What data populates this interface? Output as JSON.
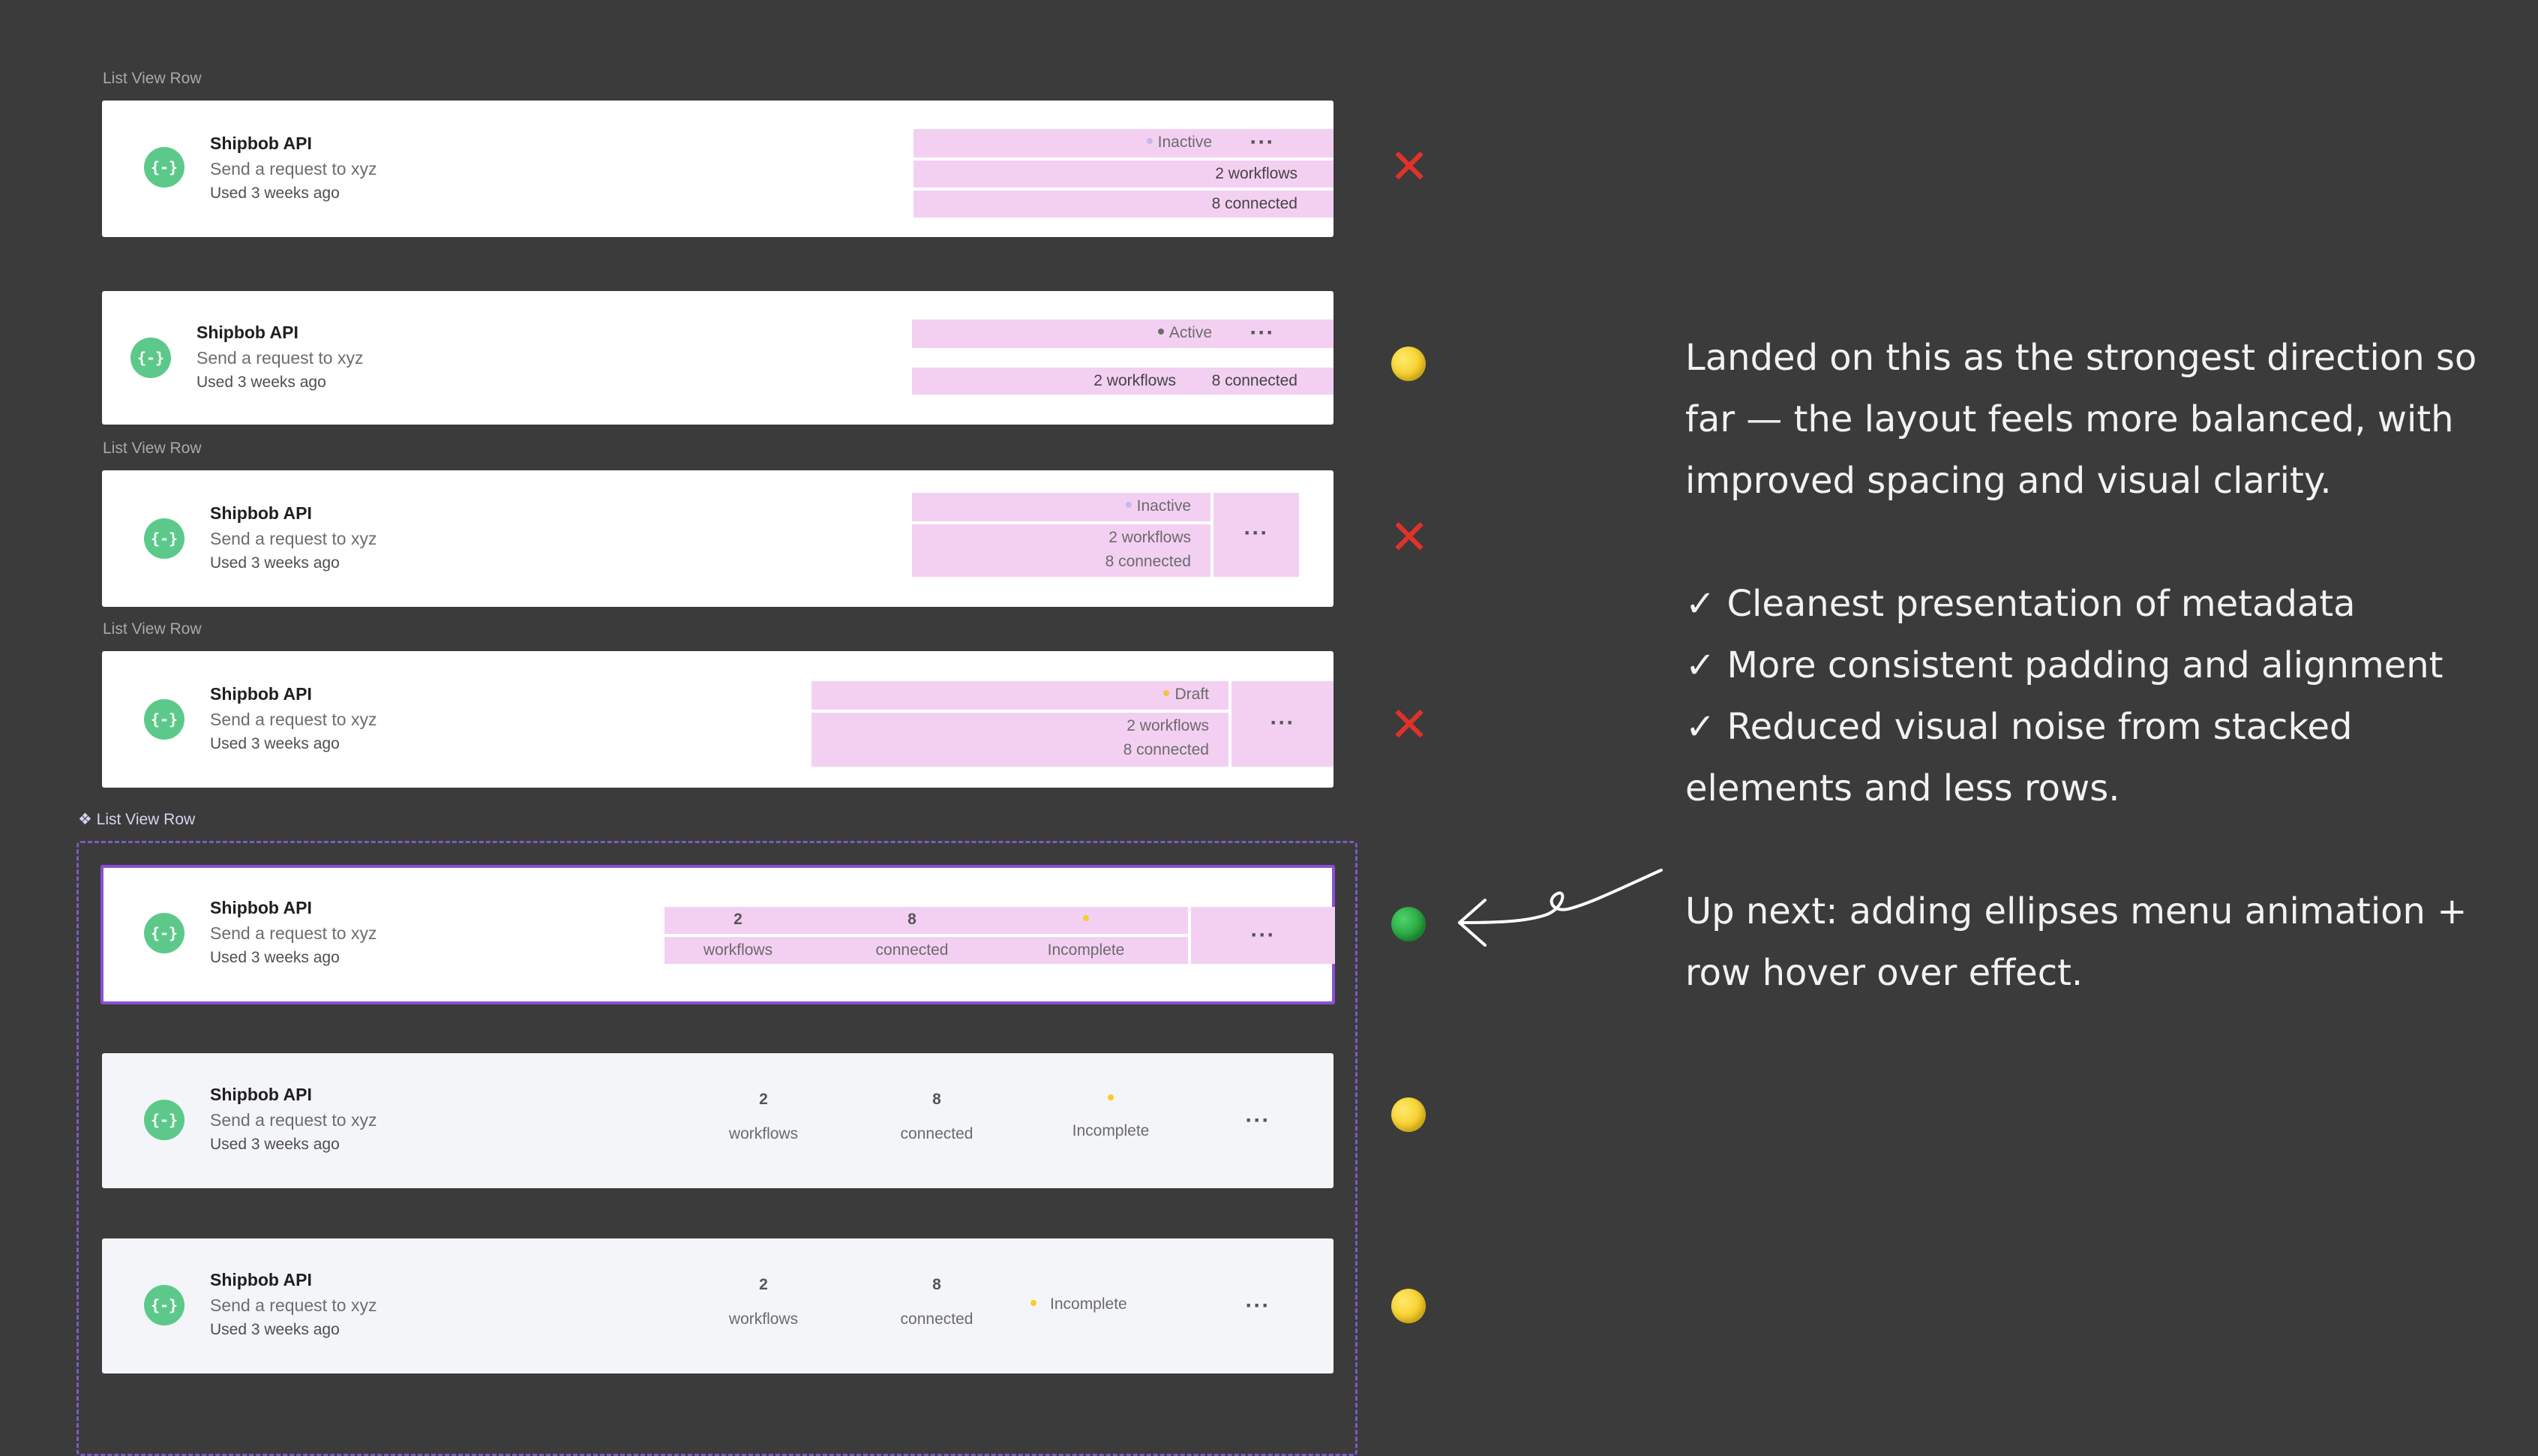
{
  "frame_label": "List View Row",
  "api": {
    "icon": "{-}",
    "title": "Shipbob API",
    "description": "Send a request to xyz",
    "used": "Used 3 weeks ago"
  },
  "meta": {
    "inactive": "Inactive",
    "active": "Active",
    "draft": "Draft",
    "incomplete": "Incomplete",
    "workflows_full": "2 workflows",
    "connected_full": "8 connected",
    "workflows_num": "2",
    "workflows_lbl": "workflows",
    "connected_num": "8",
    "connected_lbl": "connected"
  },
  "more_icon": "···",
  "markers": {
    "x": "✕"
  },
  "colors": {
    "background": "#3b3b3b",
    "highlight": "#f3d0f2",
    "selection": "#8a4fd6",
    "api_icon": "#5cc98a",
    "reject": "#e0322a",
    "maybe": "#f4c81c",
    "approve": "#1f9a36"
  },
  "note": {
    "intro": "Landed on this as the strongest direction so far — the layout feels more balanced, with improved spacing and visual clarity.",
    "checks": [
      "✓ Cleanest presentation of metadata",
      "✓ More consistent padding and alignment",
      "✓ Reduced visual noise from stacked elements and less rows."
    ],
    "next": "Up next: adding ellipses menu animation + row hover over effect."
  }
}
